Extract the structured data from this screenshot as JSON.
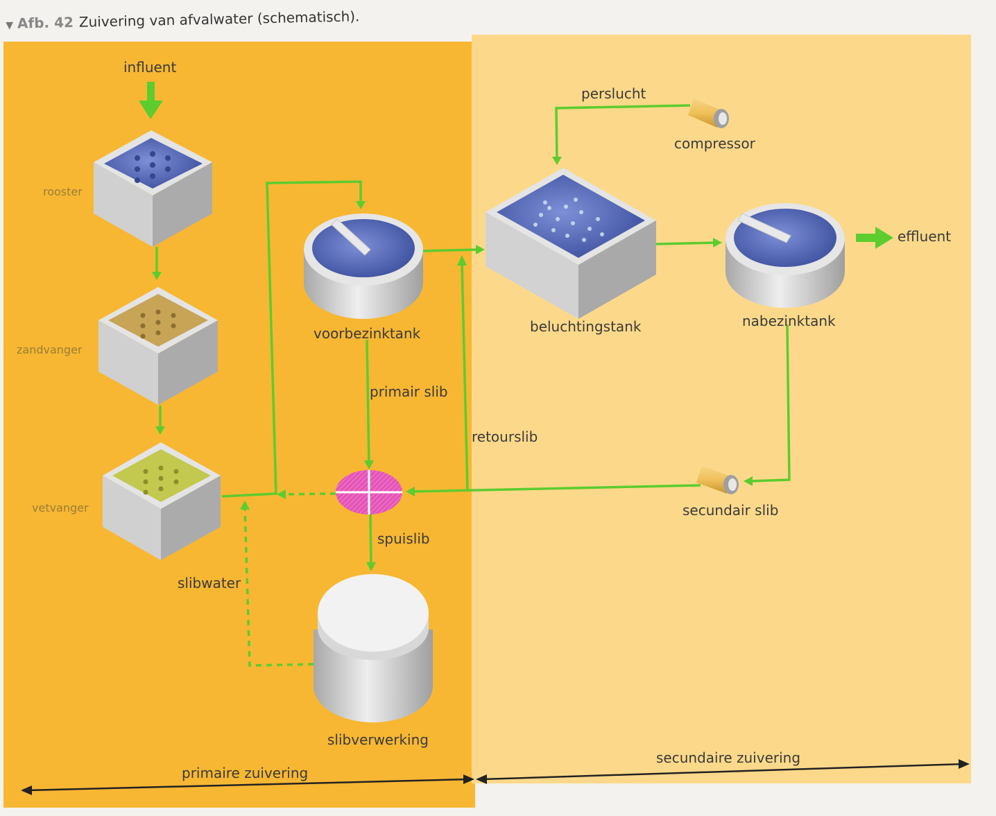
{
  "caption": {
    "marker": "▼",
    "number": "Afb. 42",
    "text": "Zuivering van afvalwater (schematisch)."
  },
  "labels": {
    "influent": "influent",
    "rooster": "rooster",
    "zandvanger": "zandvanger",
    "vetvanger": "vetvanger",
    "slibwater": "slibwater",
    "voorbezinktank": "voorbezinktank",
    "primair_slib": "primair slib",
    "retourslib": "retourslib",
    "spuislib": "spuislib",
    "slibverwerking": "slibverwerking",
    "perslucht": "perslucht",
    "compressor": "compressor",
    "beluchtingstank": "beluchtingstank",
    "nabezinktank": "nabezinktank",
    "effluent": "effluent",
    "secundair_slib": "secundair slib"
  },
  "sections": {
    "primary": "primaire zuivering",
    "secondary": "secundaire zuivering"
  },
  "colors": {
    "primary_bg": "#f7b733",
    "secondary_bg": "#fcd98a",
    "flow": "#5ccc2f",
    "water": "#5a6fb8",
    "tank": "#d9d9d9",
    "valve": "#e455b7"
  }
}
